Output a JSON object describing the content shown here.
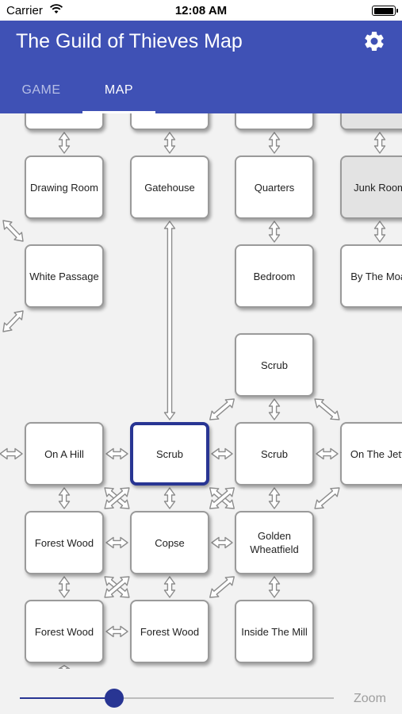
{
  "status_bar": {
    "carrier": "Carrier",
    "time": "12:08 AM",
    "battery_level": 1.0
  },
  "app_bar": {
    "title": "The Guild of Thieves Map",
    "settings_icon": "gear-icon",
    "color": "#3f51b5"
  },
  "tabs": [
    {
      "label": "GAME",
      "selected": false
    },
    {
      "label": "MAP",
      "selected": true
    }
  ],
  "map": {
    "rooms": [
      {
        "id": "top-1",
        "label": "",
        "col": 0,
        "row": -1
      },
      {
        "id": "top-2",
        "label": "",
        "col": 1,
        "row": -1
      },
      {
        "id": "top-3",
        "label": "",
        "col": 2,
        "row": -1
      },
      {
        "id": "top-4",
        "label": "",
        "col": 3,
        "row": -1,
        "dim": true
      },
      {
        "id": "drawing-room",
        "label": "Drawing Room",
        "col": 0,
        "row": 0
      },
      {
        "id": "gatehouse",
        "label": "Gatehouse",
        "col": 1,
        "row": 0
      },
      {
        "id": "quarters",
        "label": "Quarters",
        "col": 2,
        "row": 0
      },
      {
        "id": "junk-room",
        "label": "Junk Room",
        "col": 3,
        "row": 0,
        "dim": true
      },
      {
        "id": "white-passage",
        "label": "White Passage",
        "col": 0,
        "row": 1
      },
      {
        "id": "bedroom",
        "label": "Bedroom",
        "col": 2,
        "row": 1
      },
      {
        "id": "by-the-moat",
        "label": "By The Moat",
        "col": 3,
        "row": 1
      },
      {
        "id": "scrub-north",
        "label": "Scrub",
        "col": 2,
        "row": 2
      },
      {
        "id": "on-a-hill",
        "label": "On A Hill",
        "col": 0,
        "row": 3
      },
      {
        "id": "scrub-current",
        "label": "Scrub",
        "col": 1,
        "row": 3,
        "current": true
      },
      {
        "id": "scrub-east",
        "label": "Scrub",
        "col": 2,
        "row": 3
      },
      {
        "id": "on-the-jetty",
        "label": "On The Jetty",
        "col": 3,
        "row": 3
      },
      {
        "id": "forest-wood-1",
        "label": "Forest Wood",
        "col": 0,
        "row": 4
      },
      {
        "id": "copse",
        "label": "Copse",
        "col": 1,
        "row": 4
      },
      {
        "id": "golden-wheatfield",
        "label": "Golden Wheatfield",
        "col": 2,
        "row": 4
      },
      {
        "id": "forest-wood-2",
        "label": "Forest Wood",
        "col": 0,
        "row": 5
      },
      {
        "id": "forest-wood-3",
        "label": "Forest Wood",
        "col": 1,
        "row": 5
      },
      {
        "id": "inside-the-mill",
        "label": "Inside The Mill",
        "col": 2,
        "row": 5
      }
    ],
    "connections": [
      {
        "from": "top-1",
        "to": "drawing-room"
      },
      {
        "from": "top-2",
        "to": "gatehouse"
      },
      {
        "from": "top-3",
        "to": "quarters"
      },
      {
        "from": "top-4",
        "to": "junk-room"
      },
      {
        "from": "quarters",
        "to": "bedroom"
      },
      {
        "from": "junk-room",
        "to": "by-the-moat"
      },
      {
        "from": "gatehouse",
        "to": "scrub-current"
      },
      {
        "from": "scrub-north",
        "to": "scrub-east"
      },
      {
        "from": "scrub-north",
        "to": "scrub-current"
      },
      {
        "from": "scrub-north",
        "to": "on-the-jetty"
      },
      {
        "from": "on-a-hill",
        "to": "scrub-current"
      },
      {
        "from": "scrub-current",
        "to": "scrub-east"
      },
      {
        "from": "scrub-east",
        "to": "on-the-jetty"
      },
      {
        "from": "on-a-hill",
        "to": "forest-wood-1"
      },
      {
        "from": "scrub-current",
        "to": "copse"
      },
      {
        "from": "scrub-east",
        "to": "golden-wheatfield"
      },
      {
        "from": "on-a-hill",
        "to": "copse"
      },
      {
        "from": "scrub-current",
        "to": "forest-wood-1"
      },
      {
        "from": "scrub-current",
        "to": "golden-wheatfield"
      },
      {
        "from": "scrub-east",
        "to": "copse"
      },
      {
        "from": "on-the-jetty",
        "to": "golden-wheatfield"
      },
      {
        "from": "forest-wood-1",
        "to": "copse"
      },
      {
        "from": "copse",
        "to": "golden-wheatfield"
      },
      {
        "from": "forest-wood-1",
        "to": "forest-wood-2"
      },
      {
        "from": "copse",
        "to": "forest-wood-3"
      },
      {
        "from": "golden-wheatfield",
        "to": "inside-the-mill"
      },
      {
        "from": "forest-wood-1",
        "to": "forest-wood-3"
      },
      {
        "from": "copse",
        "to": "forest-wood-2"
      },
      {
        "from": "forest-wood-2",
        "to": "forest-wood-3"
      },
      {
        "from": "golden-wheatfield",
        "to": "forest-wood-3"
      }
    ]
  },
  "zoom": {
    "label": "Zoom",
    "level": 0.3,
    "accent": "#283593"
  }
}
